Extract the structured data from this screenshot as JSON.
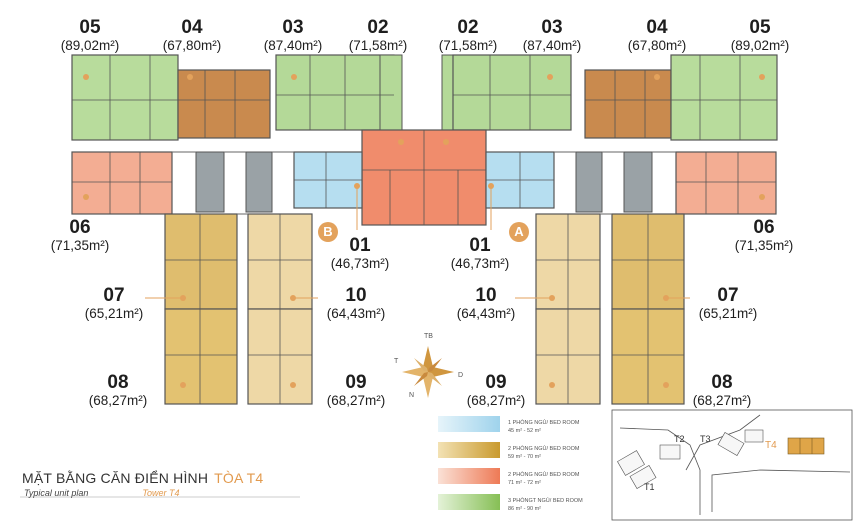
{
  "units": {
    "l05": {
      "num": "05",
      "area": "(89,02m²)"
    },
    "l04": {
      "num": "04",
      "area": "(67,80m²)"
    },
    "l03": {
      "num": "03",
      "area": "(87,40m²)"
    },
    "l02": {
      "num": "02",
      "area": "(71,58m²)"
    },
    "r02": {
      "num": "02",
      "area": "(71,58m²)"
    },
    "r03": {
      "num": "03",
      "area": "(87,40m²)"
    },
    "r04": {
      "num": "04",
      "area": "(67,80m²)"
    },
    "r05": {
      "num": "05",
      "area": "(89,02m²)"
    },
    "l06": {
      "num": "06",
      "area": "(71,35m²)"
    },
    "r06": {
      "num": "06",
      "area": "(71,35m²)"
    },
    "l01": {
      "num": "01",
      "area": "(46,73m²)"
    },
    "r01": {
      "num": "01",
      "area": "(46,73m²)"
    },
    "l07": {
      "num": "07",
      "area": "(65,21m²)"
    },
    "l10": {
      "num": "10",
      "area": "(64,43m²)"
    },
    "r10": {
      "num": "10",
      "area": "(64,43m²)"
    },
    "r07": {
      "num": "07",
      "area": "(65,21m²)"
    },
    "l08": {
      "num": "08",
      "area": "(68,27m²)"
    },
    "l09": {
      "num": "09",
      "area": "(68,27m²)"
    },
    "r09": {
      "num": "09",
      "area": "(68,27m²)"
    },
    "r08": {
      "num": "08",
      "area": "(68,27m²)"
    }
  },
  "wings": {
    "left": "B",
    "right": "A"
  },
  "compass": {
    "n": "N",
    "t": "T",
    "d": "D",
    "tb": "TB"
  },
  "legend": [
    {
      "line1": "1 PHÒNG NGỦ/ BED ROOM",
      "line2": "45 m² - 52 m²",
      "color": "#b9dff0"
    },
    {
      "line1": "2 PHÒNG NGỦ/ BED ROOM",
      "line2": "59 m² - 70 m²",
      "color": "#d9b75a"
    },
    {
      "line1": "2 PHÒNG NGỦ/ BED ROOM",
      "line2": "71 m² - 72 m²",
      "color": "#f08b6e"
    },
    {
      "line1": "3 PHÒNGT NGỦ/ BED ROOM",
      "line2": "86 m² - 90 m²",
      "color": "#9ccc6e"
    }
  ],
  "title": {
    "main": "MẶT BẰNG CĂN ĐIỂN HÌNH",
    "tower": "TÒA T4",
    "sub": "Typical unit plan",
    "sub_tower": "Tower T4"
  },
  "site": {
    "t1": "T1",
    "t2": "T2",
    "t3": "T3",
    "t4": "T4"
  },
  "colors": {
    "green": "#b4d998",
    "brown": "#c98a4e",
    "salmon": "#f0ac91",
    "coral": "#f19171",
    "blue": "#b6def0",
    "gold": "#dfbd6e",
    "sand": "#ecd7a7",
    "gray": "#9aa2a6",
    "accent": "#e3a25c"
  }
}
